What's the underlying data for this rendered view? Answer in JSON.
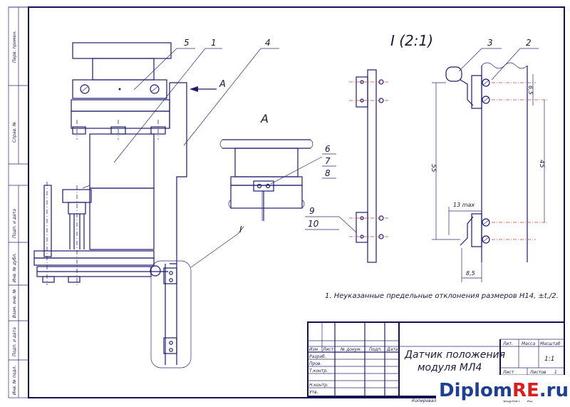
{
  "drawing": {
    "detail_view_label": "I (2:1)",
    "view_a_label": "А",
    "section_arrow_label": "А",
    "detail_marker": "I",
    "callouts": [
      "5",
      "1",
      "4",
      "3",
      "2",
      "6",
      "7",
      "8",
      "9",
      "10"
    ],
    "dimensions": {
      "d55": "55",
      "d45": "45",
      "d65": "6,5",
      "d13": "13 max",
      "d85": "8,5"
    },
    "note": "1. Неуказанные предельные отклонения размеров H14, ±t,/2.",
    "left_strip": [
      "Перв. примен.",
      "Справ. №",
      "Подп. и дата",
      "Инв. № дубл.",
      "Взам. инв. №",
      "Подп. и дата",
      "Инв. № подл."
    ]
  },
  "title_block": {
    "title_line1": "Датчик положения",
    "title_line2": "модуля МЛ4",
    "headers": [
      "Изм",
      "Лист",
      "№ докум.",
      "Подп.",
      "Дата"
    ],
    "roles": [
      "Разраб.",
      "Пров.",
      "Т.контр.",
      "",
      "Н.контр.",
      "Утв."
    ],
    "lit_label": "Лит.",
    "mass_label": "Масса",
    "scale_label": "Масштаб",
    "scale_value": "1:1",
    "sheet_label": "Лист",
    "sheets_label": "Листов",
    "sheets_value": "1",
    "copied_label": "Копировал",
    "format_label": "Формат",
    "format_value": "А3"
  },
  "watermark": {
    "brand_part1": "Diplom",
    "brand_part2": "RE",
    "brand_part3": ".ru",
    "colors": {
      "brand": "#1f3f8f",
      "accent": "#d92020"
    }
  }
}
